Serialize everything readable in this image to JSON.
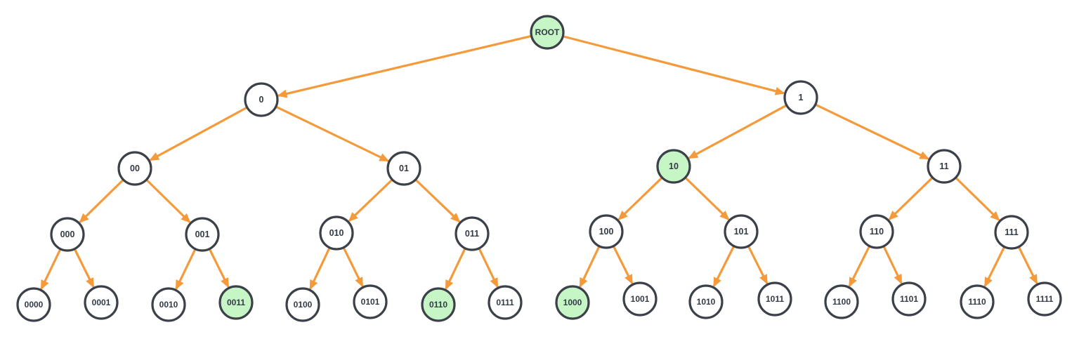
{
  "diagram": {
    "type": "binary-tree",
    "colors": {
      "edge": "#f59a3a",
      "node_stroke": "#3b4049",
      "node_fill": "#ffffff",
      "highlight_fill": "#c6f5c6",
      "text": "#333a45"
    },
    "nodes": [
      {
        "id": "ROOT",
        "label": "ROOT",
        "highlighted": true
      },
      {
        "id": "0",
        "label": "0",
        "highlighted": false
      },
      {
        "id": "1",
        "label": "1",
        "highlighted": false
      },
      {
        "id": "00",
        "label": "00",
        "highlighted": false
      },
      {
        "id": "01",
        "label": "01",
        "highlighted": false
      },
      {
        "id": "10",
        "label": "10",
        "highlighted": true
      },
      {
        "id": "11",
        "label": "11",
        "highlighted": false
      },
      {
        "id": "000",
        "label": "000",
        "highlighted": false
      },
      {
        "id": "001",
        "label": "001",
        "highlighted": false
      },
      {
        "id": "010",
        "label": "010",
        "highlighted": false
      },
      {
        "id": "011",
        "label": "011",
        "highlighted": false
      },
      {
        "id": "100",
        "label": "100",
        "highlighted": false
      },
      {
        "id": "101",
        "label": "101",
        "highlighted": false
      },
      {
        "id": "110",
        "label": "110",
        "highlighted": false
      },
      {
        "id": "111",
        "label": "111",
        "highlighted": false
      },
      {
        "id": "0000",
        "label": "0000",
        "highlighted": false
      },
      {
        "id": "0001",
        "label": "0001",
        "highlighted": false
      },
      {
        "id": "0010",
        "label": "0010",
        "highlighted": false
      },
      {
        "id": "0011",
        "label": "0011",
        "highlighted": true
      },
      {
        "id": "0100",
        "label": "0100",
        "highlighted": false
      },
      {
        "id": "0101",
        "label": "0101",
        "highlighted": false
      },
      {
        "id": "0110",
        "label": "0110",
        "highlighted": true
      },
      {
        "id": "0111",
        "label": "0111",
        "highlighted": false
      },
      {
        "id": "1000",
        "label": "1000",
        "highlighted": true
      },
      {
        "id": "1001",
        "label": "1001",
        "highlighted": false
      },
      {
        "id": "1010",
        "label": "1010",
        "highlighted": false
      },
      {
        "id": "1011",
        "label": "1011",
        "highlighted": false
      },
      {
        "id": "1100",
        "label": "1100",
        "highlighted": false
      },
      {
        "id": "1101",
        "label": "1101",
        "highlighted": false
      },
      {
        "id": "1110",
        "label": "1110",
        "highlighted": false
      },
      {
        "id": "1111",
        "label": "1111",
        "highlighted": false
      }
    ],
    "edges": [
      {
        "from": "ROOT",
        "to": "0"
      },
      {
        "from": "ROOT",
        "to": "1"
      },
      {
        "from": "0",
        "to": "00"
      },
      {
        "from": "0",
        "to": "01"
      },
      {
        "from": "1",
        "to": "10"
      },
      {
        "from": "1",
        "to": "11"
      },
      {
        "from": "00",
        "to": "000"
      },
      {
        "from": "00",
        "to": "001"
      },
      {
        "from": "01",
        "to": "010"
      },
      {
        "from": "01",
        "to": "011"
      },
      {
        "from": "10",
        "to": "100"
      },
      {
        "from": "10",
        "to": "101"
      },
      {
        "from": "11",
        "to": "110"
      },
      {
        "from": "11",
        "to": "111"
      },
      {
        "from": "000",
        "to": "0000"
      },
      {
        "from": "000",
        "to": "0001"
      },
      {
        "from": "001",
        "to": "0010"
      },
      {
        "from": "001",
        "to": "0011"
      },
      {
        "from": "010",
        "to": "0100"
      },
      {
        "from": "010",
        "to": "0101"
      },
      {
        "from": "011",
        "to": "0110"
      },
      {
        "from": "011",
        "to": "0111"
      },
      {
        "from": "100",
        "to": "1000"
      },
      {
        "from": "100",
        "to": "1001"
      },
      {
        "from": "101",
        "to": "1010"
      },
      {
        "from": "101",
        "to": "1011"
      },
      {
        "from": "110",
        "to": "1100"
      },
      {
        "from": "110",
        "to": "1101"
      },
      {
        "from": "111",
        "to": "1110"
      },
      {
        "from": "111",
        "to": "1111"
      }
    ]
  }
}
